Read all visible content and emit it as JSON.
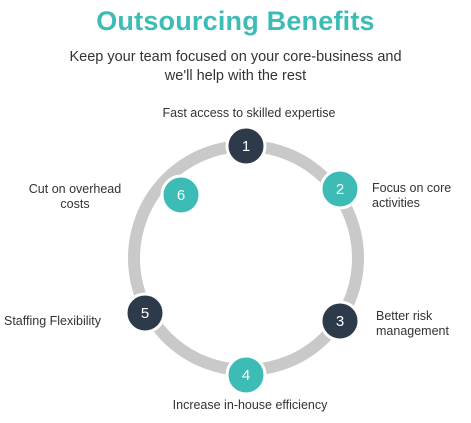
{
  "title": "Outsourcing Benefits",
  "subtitle_line1": "Keep your team focused on your core-business and",
  "subtitle_line2": "we'll help with the rest",
  "colors": {
    "title": "#3dbcb6",
    "ring": "#c9c9c9",
    "teal": "#3dbcb6",
    "navy": "#2c3a4a"
  },
  "steps": [
    {
      "number": "1",
      "label_lines": [
        "Fast access to skilled expertise"
      ],
      "color": "navy"
    },
    {
      "number": "2",
      "label_lines": [
        "Focus on core",
        "activities"
      ],
      "color": "teal"
    },
    {
      "number": "3",
      "label_lines": [
        "Better risk",
        "management"
      ],
      "color": "navy"
    },
    {
      "number": "4",
      "label_lines": [
        "Increase in-house efficiency"
      ],
      "color": "teal"
    },
    {
      "number": "5",
      "label_lines": [
        "Staffing Flexibility"
      ],
      "color": "navy"
    },
    {
      "number": "6",
      "label_lines": [
        "Cut on overhead",
        "costs"
      ],
      "color": "teal"
    }
  ]
}
